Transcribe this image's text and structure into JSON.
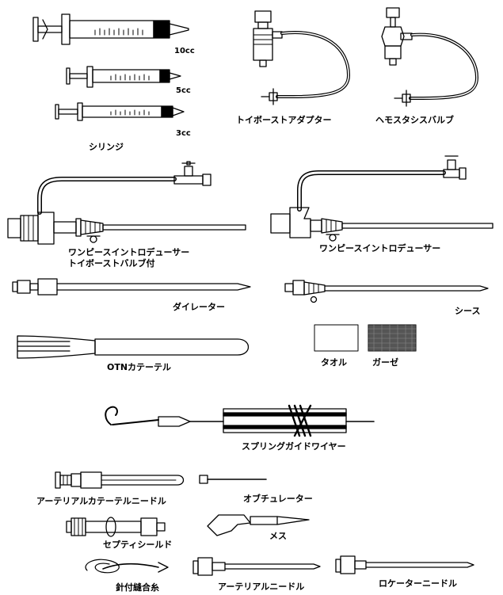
{
  "labels": {
    "syringe_10cc": "10cc",
    "syringe_5cc": "5cc",
    "syringe_3cc": "3cc",
    "syringe": "シリンジ",
    "tuohy_adapter": "トイボーストアダプター",
    "hemostasis_valve": "ヘモスタシスバルブ",
    "one_piece_introducer_tuohy_line1": "ワンピースイントロデューサー",
    "one_piece_introducer_tuohy_line2": "トイボーストバルブ付",
    "one_piece_introducer": "ワンピースイントロデューサー",
    "dilator": "ダイレーター",
    "sheath": "シース",
    "towel": "タオル",
    "gauze": "ガーゼ",
    "otn_catheter": "OTNカテーテル",
    "spring_guidewire": "スプリングガイドワイヤー",
    "arterial_catheter_needle": "アーテリアルカテーテルニードル",
    "obturator": "オブチュレーター",
    "safety_shield": "セプティシールド",
    "scalpel": "メス",
    "suture_needle": "針付縫合糸",
    "arterial_needle": "アーテリアルニードル",
    "locator_needle": "ロケーターニードル"
  },
  "colors": {
    "ink": "#000000",
    "panel": "#ffffff",
    "gauze": "#555555",
    "page": "#ffffff"
  }
}
